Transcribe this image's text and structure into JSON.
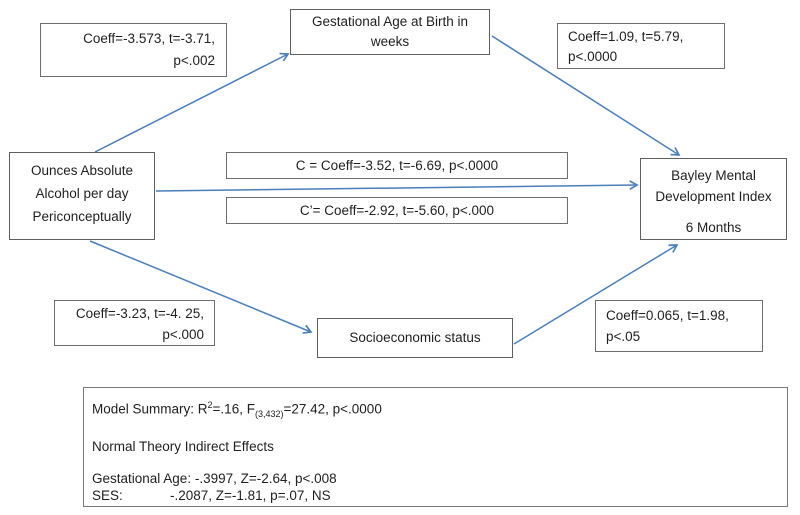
{
  "arrow_color": "#4a7ebd",
  "nodes": {
    "coeff_top_left": {
      "lines": [
        "Coeff=-3.573, t=-3.71,",
        "p<.002"
      ]
    },
    "gestational": {
      "lines": [
        "Gestational Age at Birth in",
        "weeks"
      ]
    },
    "coeff_top_right": {
      "lines": [
        "Coeff=1.09, t=5.79,",
        "p<.0000"
      ]
    },
    "alcohol": {
      "lines": [
        "Ounces Absolute",
        "Alcohol per day",
        "Periconceptually"
      ]
    },
    "path_c": {
      "label": "C = Coeff=-3.52, t=-6.69, p<.0000"
    },
    "path_c_prime": {
      "label": "C’= Coeff=-2.92, t=-5.60, p<.000"
    },
    "bayley": {
      "lines": [
        "Bayley Mental",
        "Development Index",
        "",
        "6 Months"
      ]
    },
    "coeff_bottom_left": {
      "lines": [
        "Coeff=-3.23, t=-4. 25,",
        "p<.000"
      ]
    },
    "ses": {
      "label": "Socioeconomic status"
    },
    "coeff_bottom_right": {
      "lines": [
        "Coeff=0.065, t=1.98,",
        "p<.05"
      ]
    }
  },
  "summary": {
    "model": {
      "pre": "Model Summary: R",
      "sup": "2",
      "mid": "=.16, F",
      "sub": "(3,432)",
      "post": "=27.42, p<.0000"
    },
    "indirect_heading": "Normal Theory Indirect Effects",
    "gestational_line": "Gestational Age: -.3997, Z=-2.64, p<.008",
    "ses_label": "SES:",
    "ses_value": "-.2087, Z=-1.81, p=.07, NS"
  }
}
